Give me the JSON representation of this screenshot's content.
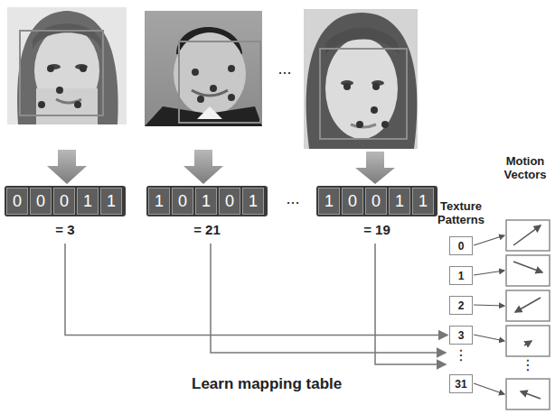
{
  "diagram": {
    "nodes": [
      {
        "text": [
          "= 3"
        ]
      },
      {
        "text": [
          "0"
        ],
        "in": 0
      },
      {
        "text": [
          "0"
        ],
        "in": 0
      },
      {
        "text": [
          "0"
        ],
        "in": 0
      },
      {
        "text": [
          "1"
        ],
        "in": 0
      },
      {
        "text": [
          "1"
        ],
        "in": 0
      },
      {
        "text": [
          "= 21"
        ]
      },
      {
        "text": [
          "1"
        ],
        "in": 6
      },
      {
        "text": [
          "0"
        ],
        "in": 6
      },
      {
        "text": [
          "1"
        ],
        "in": 6
      },
      {
        "text": [
          "0"
        ],
        "in": 6
      },
      {
        "text": [
          "1"
        ],
        "in": 6
      },
      {
        "text": [
          "= 19"
        ]
      },
      {
        "text": [
          "1"
        ],
        "in": 12
      },
      {
        "text": [
          "0"
        ],
        "in": 12
      },
      {
        "text": [
          "0"
        ],
        "in": 12
      },
      {
        "text": [
          "1"
        ],
        "in": 12
      },
      {
        "text": [
          "1"
        ],
        "in": 12
      },
      {
        "text": [
          "0"
        ]
      },
      {
        "text": [
          "1"
        ]
      },
      {
        "text": [
          "2"
        ]
      },
      {
        "text": [
          "3"
        ]
      },
      {
        "text": [
          "31"
        ]
      }
    ],
    "edges": [
      {
        "from": 0,
        "to": 21,
        "arrow": "to"
      }
    ],
    "labels": [
      "...",
      "...",
      "Texture Patterns",
      "Motion Vectors",
      "⋮",
      "⋮",
      "Learn mapping table"
    ]
  }
}
